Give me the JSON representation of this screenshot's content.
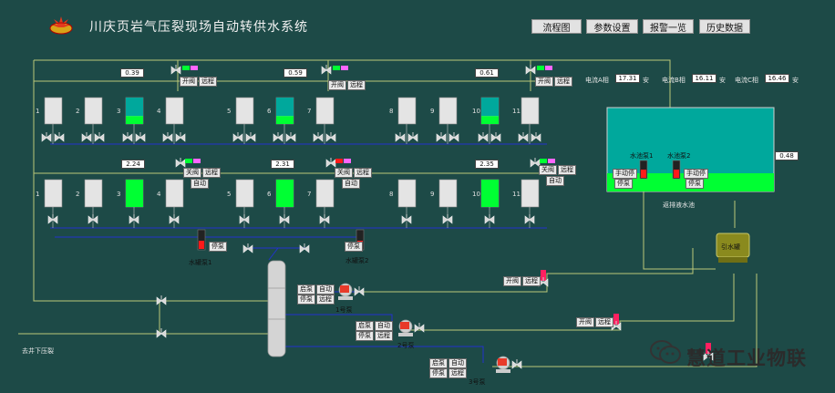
{
  "app": {
    "title": "川庆页岩气压裂现场自动转供水系统",
    "nav": [
      "流程图",
      "参数设置",
      "报警一览",
      "历史数据"
    ]
  },
  "colors": {
    "background": "#1d4a47",
    "pipe": "#2233cc",
    "water_fill": "#00ff33",
    "tank_cyan": "#00a89c",
    "alarm_red": "#ff1a1a",
    "status_pink": "#ff66ff"
  },
  "groups": [
    {
      "top_value": "0.39",
      "bottom_value": "2.24",
      "top_valve_tags": [
        "开阀",
        "远程"
      ],
      "bottom_valve_tags": [
        "关阀",
        "远程",
        "自动"
      ],
      "top_tanks": [
        "1",
        "2",
        "3",
        "4"
      ],
      "bottom_tanks": [
        "1",
        "2",
        "3",
        "4"
      ]
    },
    {
      "top_value": "0.59",
      "bottom_value": "2.31",
      "top_valve_tags": [
        "开阀",
        "远程"
      ],
      "bottom_valve_tags": [
        "关阀",
        "远程",
        "自动"
      ],
      "top_tanks": [
        "5",
        "6",
        "7"
      ],
      "bottom_tanks": [
        "5",
        "6",
        "7"
      ]
    },
    {
      "top_value": "0.61",
      "bottom_value": "2.35",
      "top_valve_tags": [
        "开阀",
        "远程"
      ],
      "bottom_valve_tags": [
        "关阀",
        "远程",
        "自动"
      ],
      "top_tanks": [
        "8",
        "9",
        "10",
        "11"
      ],
      "bottom_tanks": [
        "8",
        "9",
        "10",
        "11"
      ]
    }
  ],
  "tank_levels": {
    "top": [
      0,
      0,
      0.3,
      0,
      0,
      0.3,
      0,
      0,
      0,
      0.3,
      0
    ],
    "bottom": [
      0,
      0,
      1.0,
      0,
      0,
      1.0,
      0,
      0,
      0,
      1.0,
      0
    ]
  },
  "currents": [
    {
      "label": "电流A相",
      "value": "17.31",
      "unit": "安"
    },
    {
      "label": "电流B相",
      "value": "16.11",
      "unit": "安"
    },
    {
      "label": "电流C相",
      "value": "16.46",
      "unit": "安"
    }
  ],
  "pool": {
    "name": "返排液水池",
    "level": "0.48",
    "pump1": {
      "name": "水池泵1",
      "mode": "手动停",
      "action": "停泵"
    },
    "pump2": {
      "name": "水池泵2",
      "mode": "手动停",
      "action": "停泵"
    }
  },
  "tank_pumps": [
    {
      "name": "水罐泵1",
      "action": "停泵"
    },
    {
      "name": "水罐泵2",
      "action": "停泵"
    }
  ],
  "primer": {
    "name": "引水罐"
  },
  "main_pumps": [
    {
      "name": "1号泵",
      "buttons": [
        "启泵",
        "自动",
        "停泵",
        "远程"
      ]
    },
    {
      "name": "2号泵",
      "buttons": [
        "启泵",
        "自动",
        "停泵",
        "远程"
      ]
    },
    {
      "name": "3号泵",
      "buttons": [
        "启泵",
        "自动",
        "停泵",
        "远程"
      ]
    }
  ],
  "outlet_valves": [
    {
      "tags": [
        "开阀",
        "远程"
      ]
    },
    {
      "tags": [
        "开阀",
        "远程"
      ]
    }
  ],
  "labels": {
    "downhole": "去井下压裂"
  },
  "watermark": "慧道工业物联"
}
